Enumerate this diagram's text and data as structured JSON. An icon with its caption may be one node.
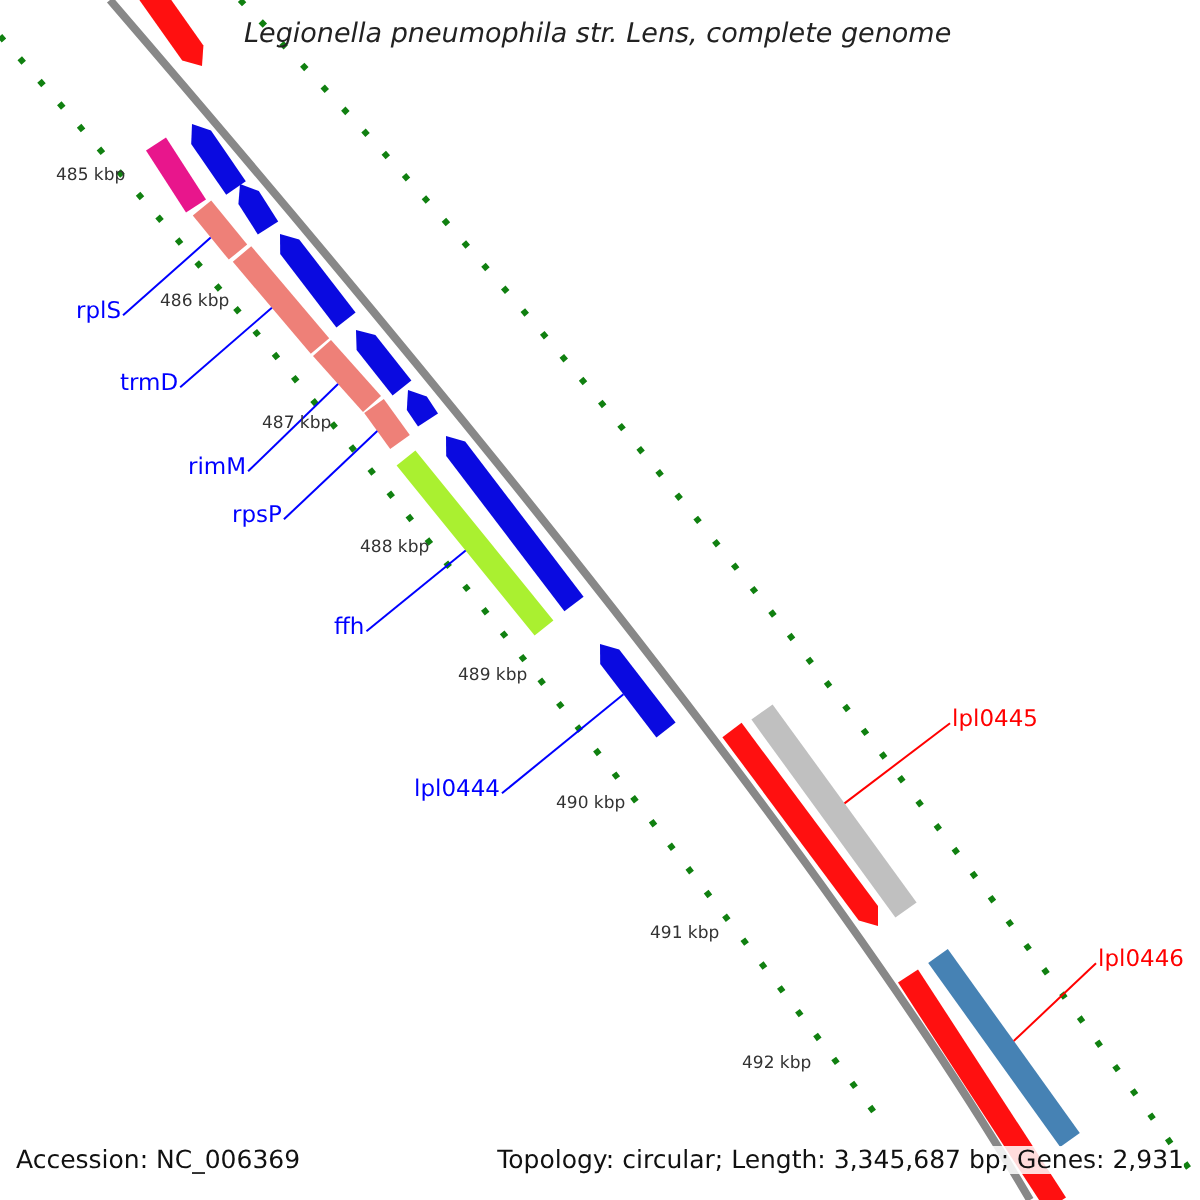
{
  "diagram": {
    "title": "Legionella pneumophila str. Lens, complete genome",
    "nodes": [
      {
        "text": [
          "rplS"
        ]
      },
      {
        "text": [
          "trmD"
        ]
      },
      {
        "text": [
          "rimM"
        ]
      },
      {
        "text": [
          "rpsP"
        ]
      },
      {
        "text": [
          "ffh"
        ]
      },
      {
        "text": [
          "lpl0444"
        ]
      },
      {
        "text": [
          "lpl0445"
        ]
      },
      {
        "text": [
          "lpl0446"
        ]
      },
      {
        "text": [],
        "shape": "bar"
      },
      {
        "text": [],
        "shape": "bar"
      },
      {
        "text": [],
        "shape": "bar"
      },
      {
        "text": [],
        "shape": "bar"
      },
      {
        "text": [],
        "shape": "bar"
      },
      {
        "text": [],
        "shape": "bar"
      },
      {
        "text": [],
        "shape": "bar"
      },
      {
        "text": [],
        "shape": "bar"
      },
      {
        "text": [],
        "shape": "bar"
      },
      {
        "text": [],
        "shape": "bar"
      },
      {
        "text": [],
        "shape": "bar"
      },
      {
        "text": [],
        "shape": "bar"
      },
      {
        "text": [],
        "shape": "bar"
      },
      {
        "text": [],
        "shape": "bar"
      },
      {
        "text": [],
        "shape": "bar"
      },
      {
        "text": [],
        "shape": "bar"
      },
      {
        "text": [],
        "shape": "bar"
      },
      {
        "text": [],
        "shape": "bar"
      }
    ],
    "edges": [
      {
        "from": 0,
        "to": 11,
        "arrow": "none"
      },
      {
        "from": 1,
        "to": 13,
        "arrow": "none"
      },
      {
        "from": 2,
        "to": 15,
        "arrow": "none"
      },
      {
        "from": 3,
        "to": 17,
        "arrow": "none"
      },
      {
        "from": 4,
        "to": 19,
        "arrow": "none"
      },
      {
        "from": 5,
        "to": 21,
        "arrow": "none"
      },
      {
        "from": 6,
        "to": 23,
        "arrow": "none",
        "color": "#ff0000"
      },
      {
        "from": 7,
        "to": 24,
        "arrow": "none",
        "color": "#ff0000"
      }
    ],
    "labels": [
      "485 kbp",
      "486 kbp",
      "487 kbp",
      "488 kbp",
      "489 kbp",
      "490 kbp",
      "491 kbp",
      "492 kbp",
      "Accession: NC_006369",
      "Topology: circular; Length: 3,345,687 bp; Genes: 2,931"
    ]
  }
}
